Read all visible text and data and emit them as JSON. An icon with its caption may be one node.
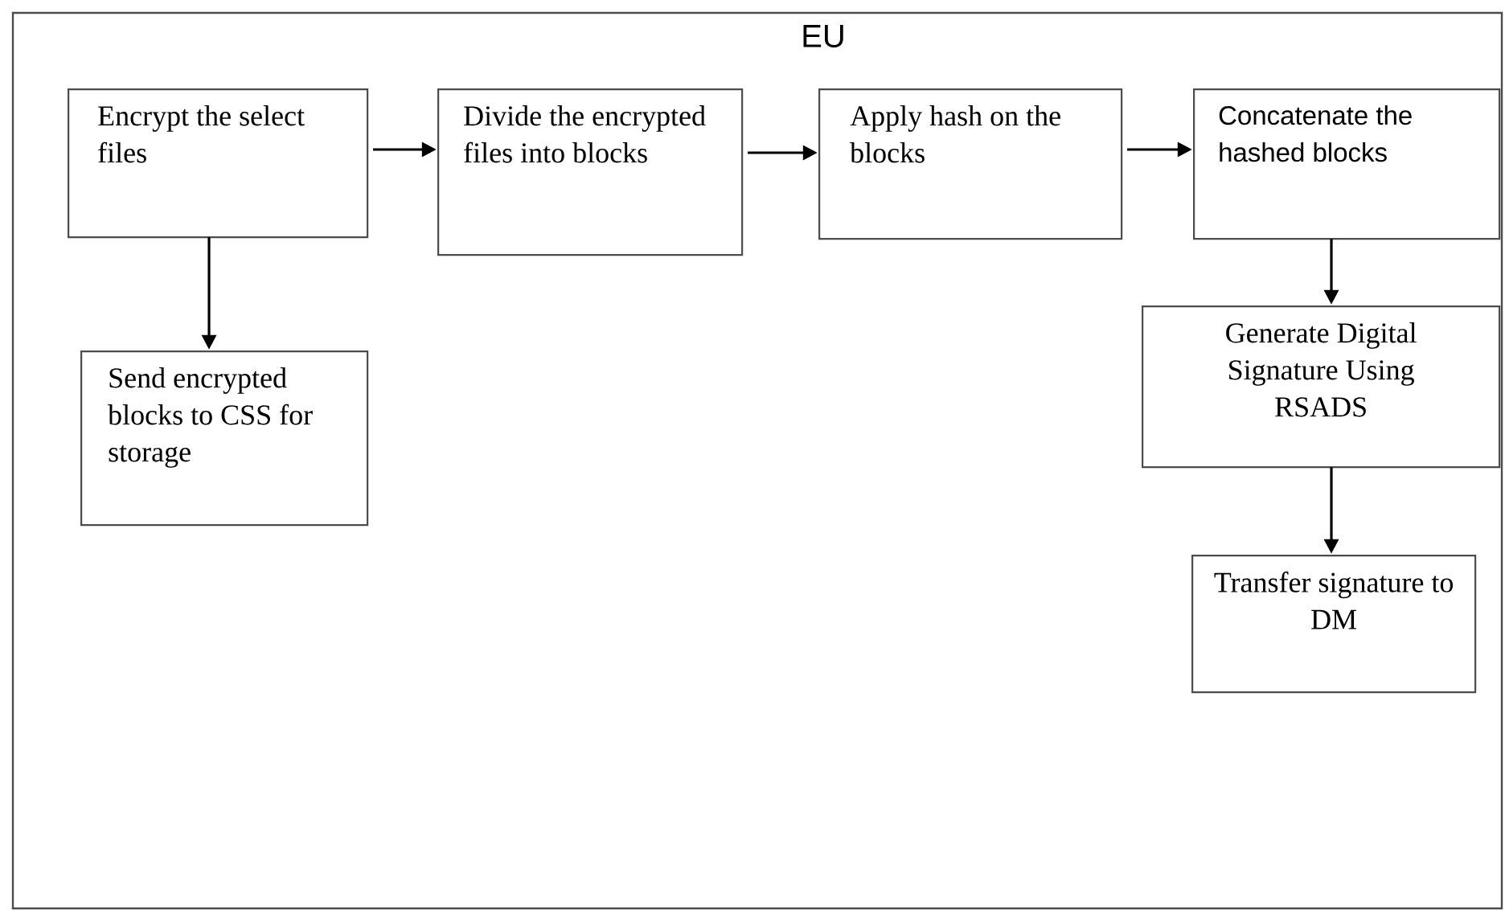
{
  "diagram": {
    "nodes": [
      {
        "text": [
          "EU"
        ]
      },
      {
        "text": [
          "Encrypt the select files"
        ],
        "in": 0
      },
      {
        "text": [
          "Divide the encrypted files into blocks"
        ],
        "in": 0
      },
      {
        "text": [
          "Apply hash on the blocks"
        ],
        "in": 0
      },
      {
        "text": [
          "Concatenate the hashed blocks"
        ],
        "in": 0
      },
      {
        "text": [
          "Send encrypted blocks to CSS for storage"
        ],
        "in": 0
      },
      {
        "text": [
          "Generate Digital Signature Using RSADS"
        ],
        "in": 0
      },
      {
        "text": [
          "Transfer signature to DM"
        ],
        "in": 0
      }
    ],
    "edges": [
      {
        "from": 1,
        "to": 2,
        "arrow": "to"
      },
      {
        "from": 2,
        "to": 3,
        "arrow": "to"
      },
      {
        "from": 3,
        "to": 4,
        "arrow": "to"
      },
      {
        "from": 1,
        "to": 5,
        "arrow": "to"
      },
      {
        "from": 4,
        "to": 6,
        "arrow": "to"
      },
      {
        "from": 6,
        "to": 7,
        "arrow": "to"
      }
    ]
  }
}
